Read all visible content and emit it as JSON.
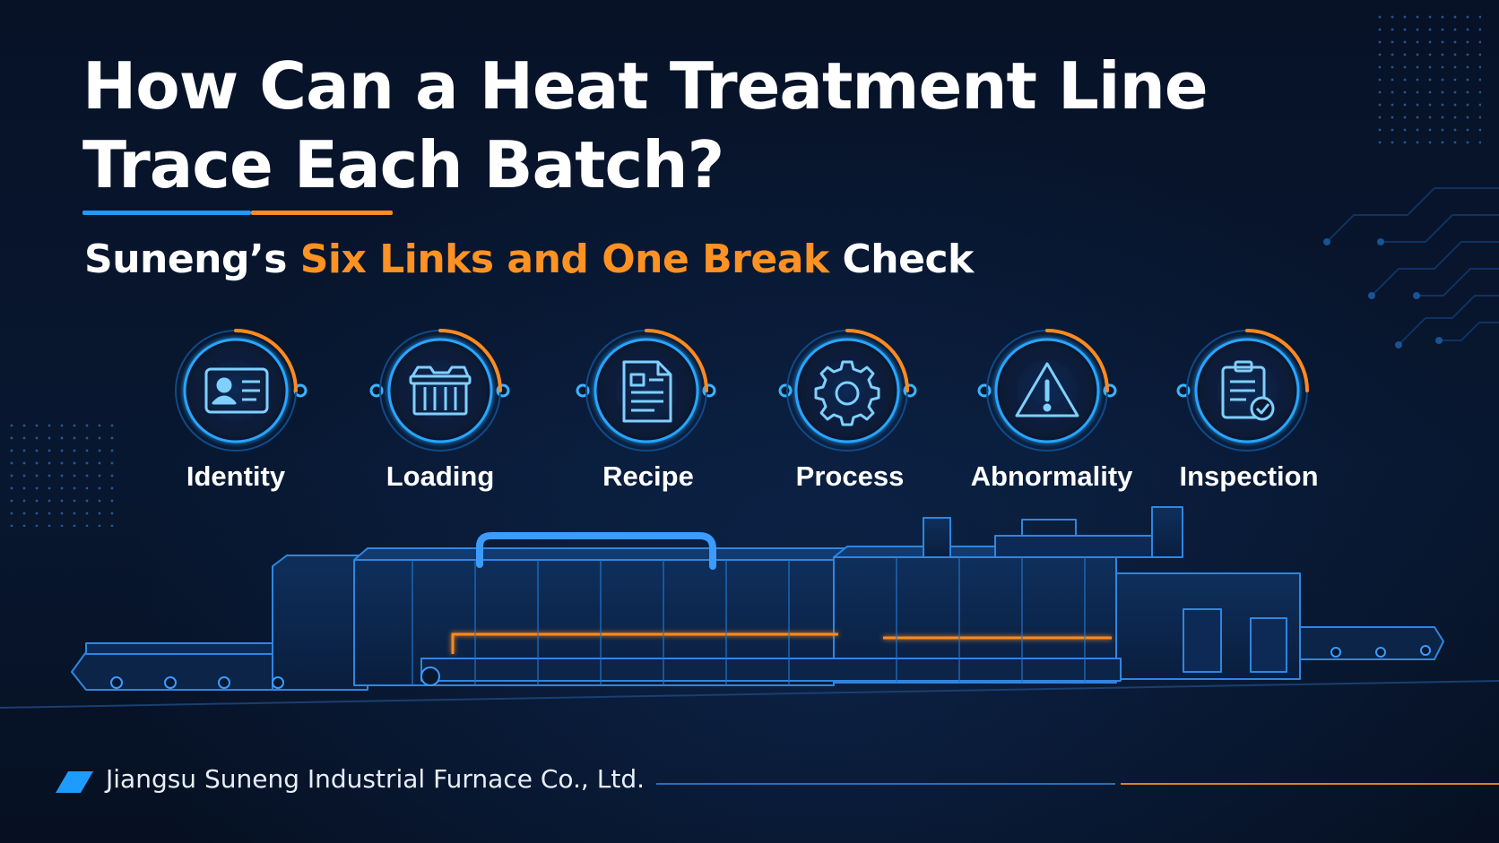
{
  "title": {
    "line1": "How Can a Heat Treatment Line",
    "line2": "Trace Each Batch?"
  },
  "subtitle": {
    "prefix": "Suneng’s ",
    "highlight": "Six Links and One Break",
    "suffix": " Check"
  },
  "steps": [
    {
      "label": "Identity",
      "icon": "id-card-icon"
    },
    {
      "label": "Loading",
      "icon": "loading-basket-icon"
    },
    {
      "label": "Recipe",
      "icon": "document-icon"
    },
    {
      "label": "Process",
      "icon": "gear-icon"
    },
    {
      "label": "Abnormality",
      "icon": "warning-icon"
    },
    {
      "label": "Inspection",
      "icon": "clipboard-check-icon"
    }
  ],
  "footer": {
    "company": "Jiangsu Suneng Industrial Furnace Co., Ltd."
  },
  "colors": {
    "background": "#071226",
    "accent_blue": "#1e9bff",
    "accent_orange": "#ff8a1f",
    "title_text": "#ffffff"
  }
}
